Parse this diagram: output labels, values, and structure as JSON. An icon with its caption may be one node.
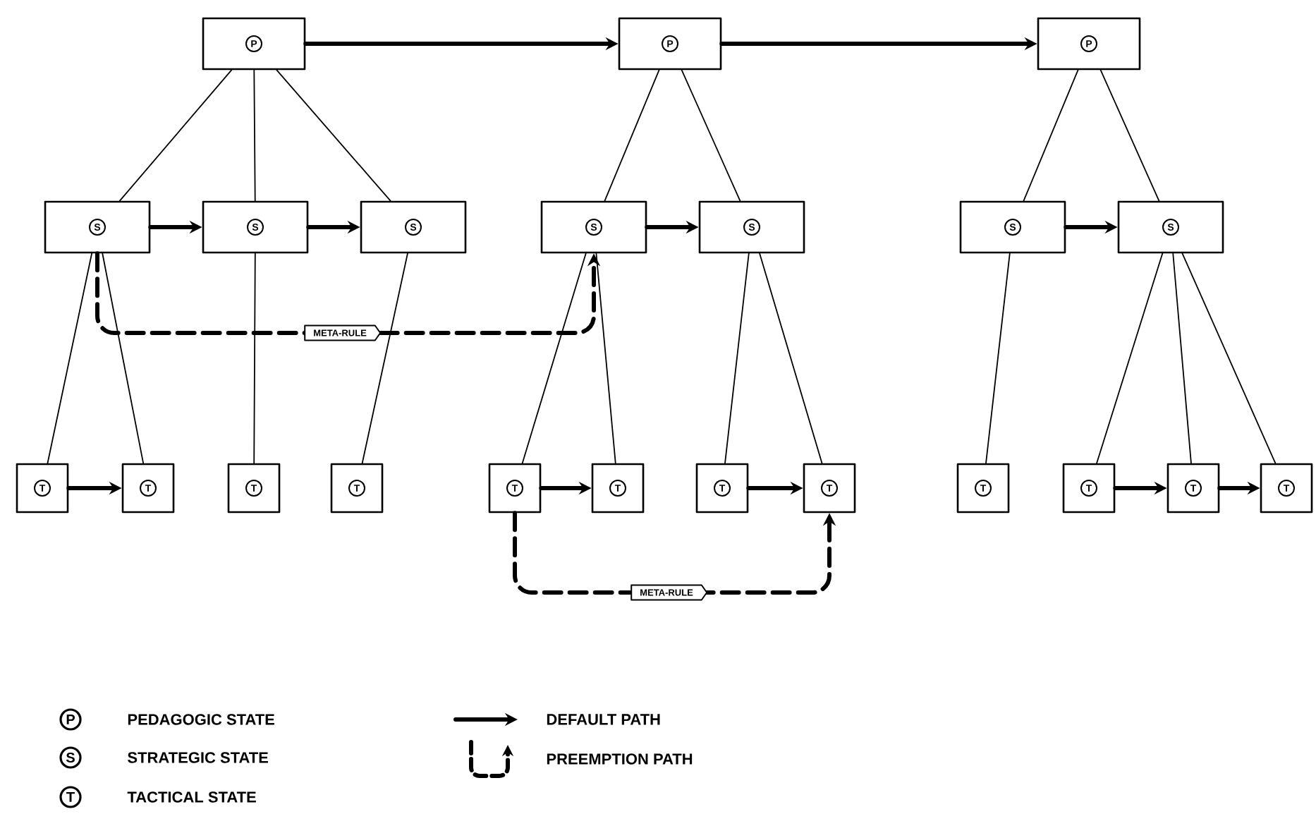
{
  "diagram": {
    "nodes": [
      {
        "text": [
          "P"
        ]
      },
      {
        "text": [
          "P"
        ]
      },
      {
        "text": [
          "P"
        ]
      },
      {
        "text": [
          "S"
        ]
      },
      {
        "text": [
          "S"
        ]
      },
      {
        "text": [
          "S"
        ]
      },
      {
        "text": [
          "S"
        ]
      },
      {
        "text": [
          "S"
        ]
      },
      {
        "text": [
          "S"
        ]
      },
      {
        "text": [
          "S"
        ]
      },
      {
        "text": [
          "T"
        ]
      },
      {
        "text": [
          "T"
        ]
      },
      {
        "text": [
          "T"
        ]
      },
      {
        "text": [
          "T"
        ]
      },
      {
        "text": [
          "T"
        ]
      },
      {
        "text": [
          "T"
        ]
      },
      {
        "text": [
          "T"
        ]
      },
      {
        "text": [
          "T"
        ]
      },
      {
        "text": [
          "T"
        ]
      },
      {
        "text": [
          "T"
        ]
      },
      {
        "text": [
          "T"
        ]
      },
      {
        "text": [
          "T"
        ]
      }
    ],
    "edges": [
      {
        "from": 0,
        "to": 1,
        "arrow": "to",
        "style": "thick"
      },
      {
        "from": 1,
        "to": 2,
        "arrow": "to",
        "style": "thick"
      },
      {
        "from": 0,
        "to": 3,
        "arrow": "none"
      },
      {
        "from": 0,
        "to": 4,
        "arrow": "none"
      },
      {
        "from": 0,
        "to": 5,
        "arrow": "none"
      },
      {
        "from": 1,
        "to": 6,
        "arrow": "none"
      },
      {
        "from": 1,
        "to": 7,
        "arrow": "none"
      },
      {
        "from": 2,
        "to": 8,
        "arrow": "none"
      },
      {
        "from": 2,
        "to": 9,
        "arrow": "none"
      },
      {
        "from": 3,
        "to": 4,
        "arrow": "to",
        "style": "thick"
      },
      {
        "from": 4,
        "to": 5,
        "arrow": "to",
        "style": "thick"
      },
      {
        "from": 6,
        "to": 7,
        "arrow": "to",
        "style": "thick"
      },
      {
        "from": 8,
        "to": 9,
        "arrow": "to",
        "style": "thick"
      },
      {
        "from": 3,
        "to": 6,
        "arrow": "to",
        "style": "dashed",
        "label": "META-RULE"
      },
      {
        "from": 3,
        "to": 10,
        "arrow": "none"
      },
      {
        "from": 3,
        "to": 11,
        "arrow": "none"
      },
      {
        "from": 4,
        "to": 12,
        "arrow": "none"
      },
      {
        "from": 5,
        "to": 13,
        "arrow": "none"
      },
      {
        "from": 6,
        "to": 14,
        "arrow": "none"
      },
      {
        "from": 6,
        "to": 15,
        "arrow": "none"
      },
      {
        "from": 7,
        "to": 16,
        "arrow": "none"
      },
      {
        "from": 7,
        "to": 17,
        "arrow": "none"
      },
      {
        "from": 8,
        "to": 18,
        "arrow": "none"
      },
      {
        "from": 9,
        "to": 19,
        "arrow": "none"
      },
      {
        "from": 9,
        "to": 20,
        "arrow": "none"
      },
      {
        "from": 9,
        "to": 21,
        "arrow": "none"
      },
      {
        "from": 10,
        "to": 11,
        "arrow": "to",
        "style": "thick"
      },
      {
        "from": 14,
        "to": 15,
        "arrow": "to",
        "style": "thick"
      },
      {
        "from": 16,
        "to": 17,
        "arrow": "to",
        "style": "thick"
      },
      {
        "from": 19,
        "to": 20,
        "arrow": "to",
        "style": "thick"
      },
      {
        "from": 20,
        "to": 21,
        "arrow": "to",
        "style": "thick"
      },
      {
        "from": 14,
        "to": 17,
        "arrow": "to",
        "style": "dashed",
        "label": "META-RULE"
      }
    ],
    "labels": [
      "P",
      "S",
      "T"
    ],
    "legend": [
      {
        "text": "PEDAGOGIC STATE"
      },
      {
        "text": "STRATEGIC STATE"
      },
      {
        "text": "TACTICAL STATE"
      },
      {
        "text": "DEFAULT PATH"
      },
      {
        "text": "PREEMPTION PATH"
      }
    ]
  }
}
